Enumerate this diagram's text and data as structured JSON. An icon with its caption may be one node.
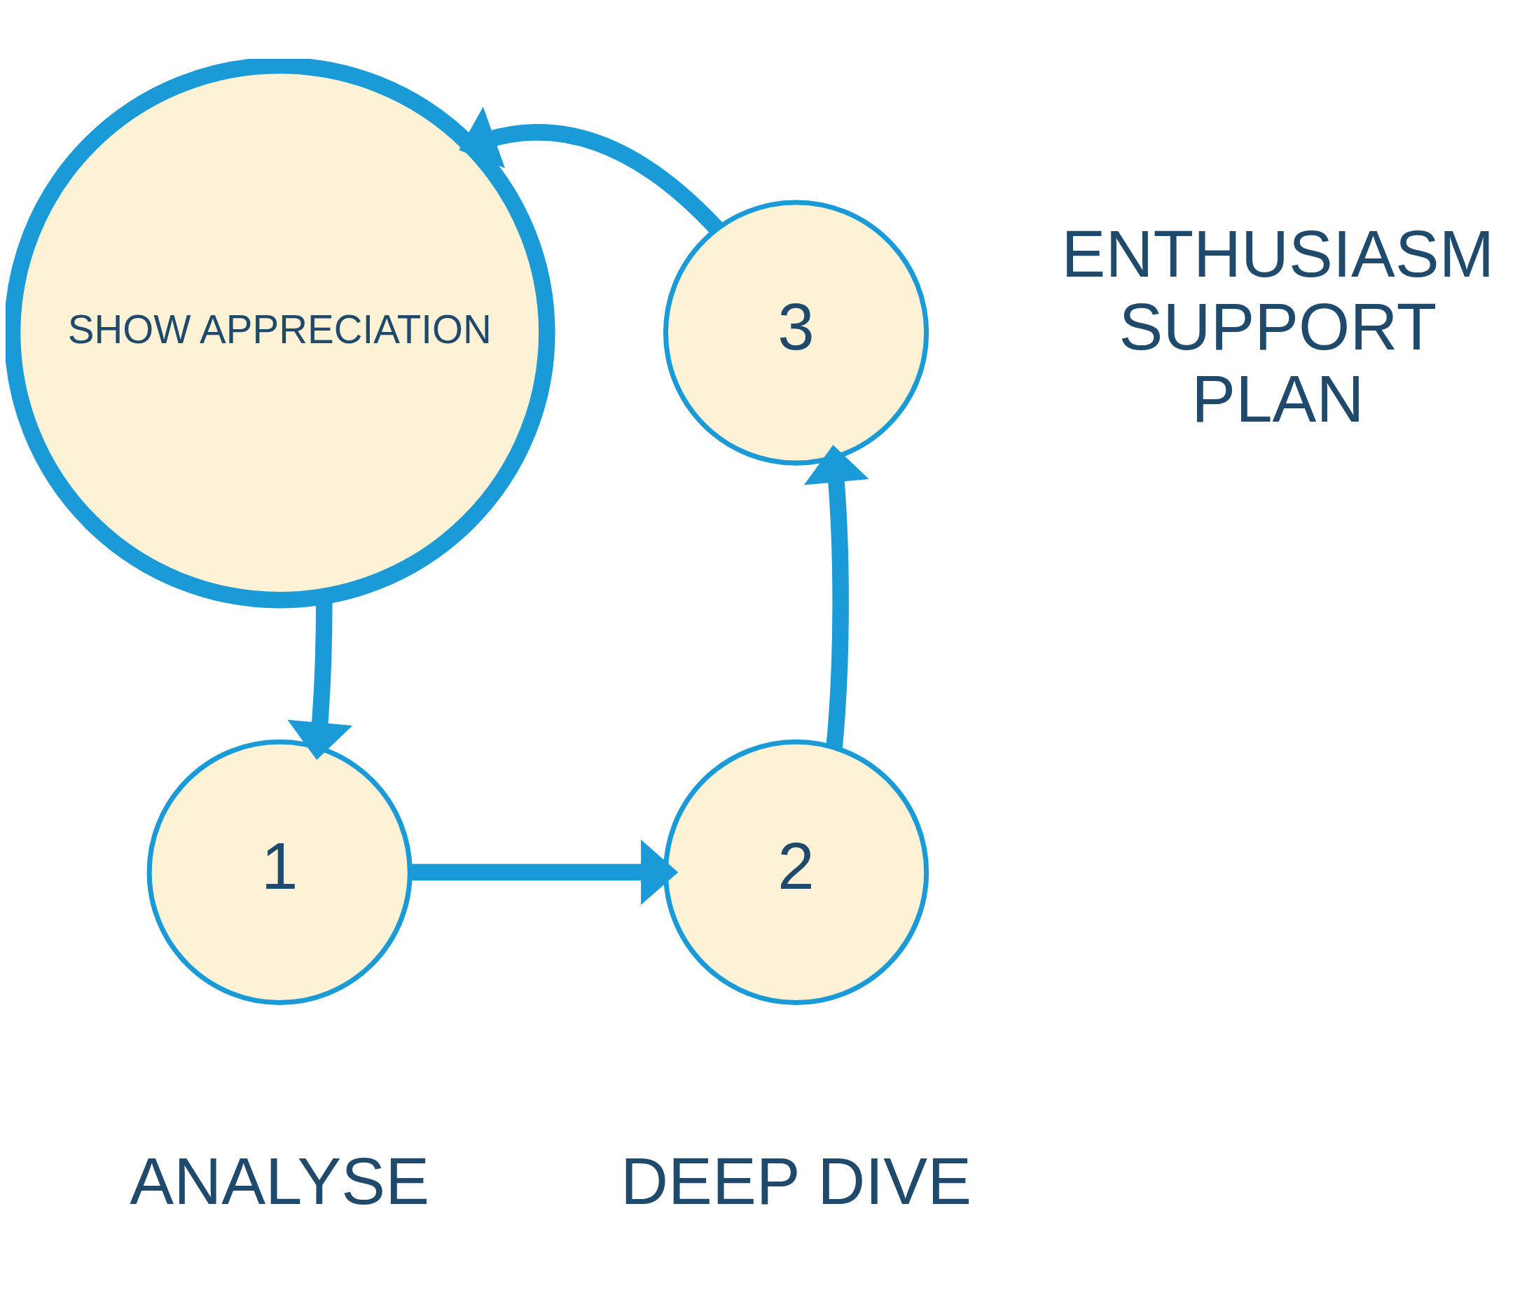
{
  "diagram": {
    "nodes": [
      {
        "text": [
          "SHOW APPRECIATION"
        ]
      },
      {
        "text": [
          "3"
        ],
        "beside": [
          "ENTHUSIASM",
          "SUPPORT",
          "PLAN"
        ]
      },
      {
        "text": [
          "2"
        ],
        "beside": [
          "DEEP DIVE"
        ]
      },
      {
        "text": [
          "1"
        ],
        "beside": [
          "ANALYSE"
        ]
      }
    ],
    "edges": [
      {
        "from": 3,
        "to": 2,
        "arrow": "to"
      },
      {
        "from": 2,
        "to": 1,
        "arrow": "to"
      },
      {
        "from": 1,
        "to": 0,
        "arrow": "to"
      },
      {
        "from": 0,
        "to": 3,
        "arrow": "to"
      }
    ]
  }
}
